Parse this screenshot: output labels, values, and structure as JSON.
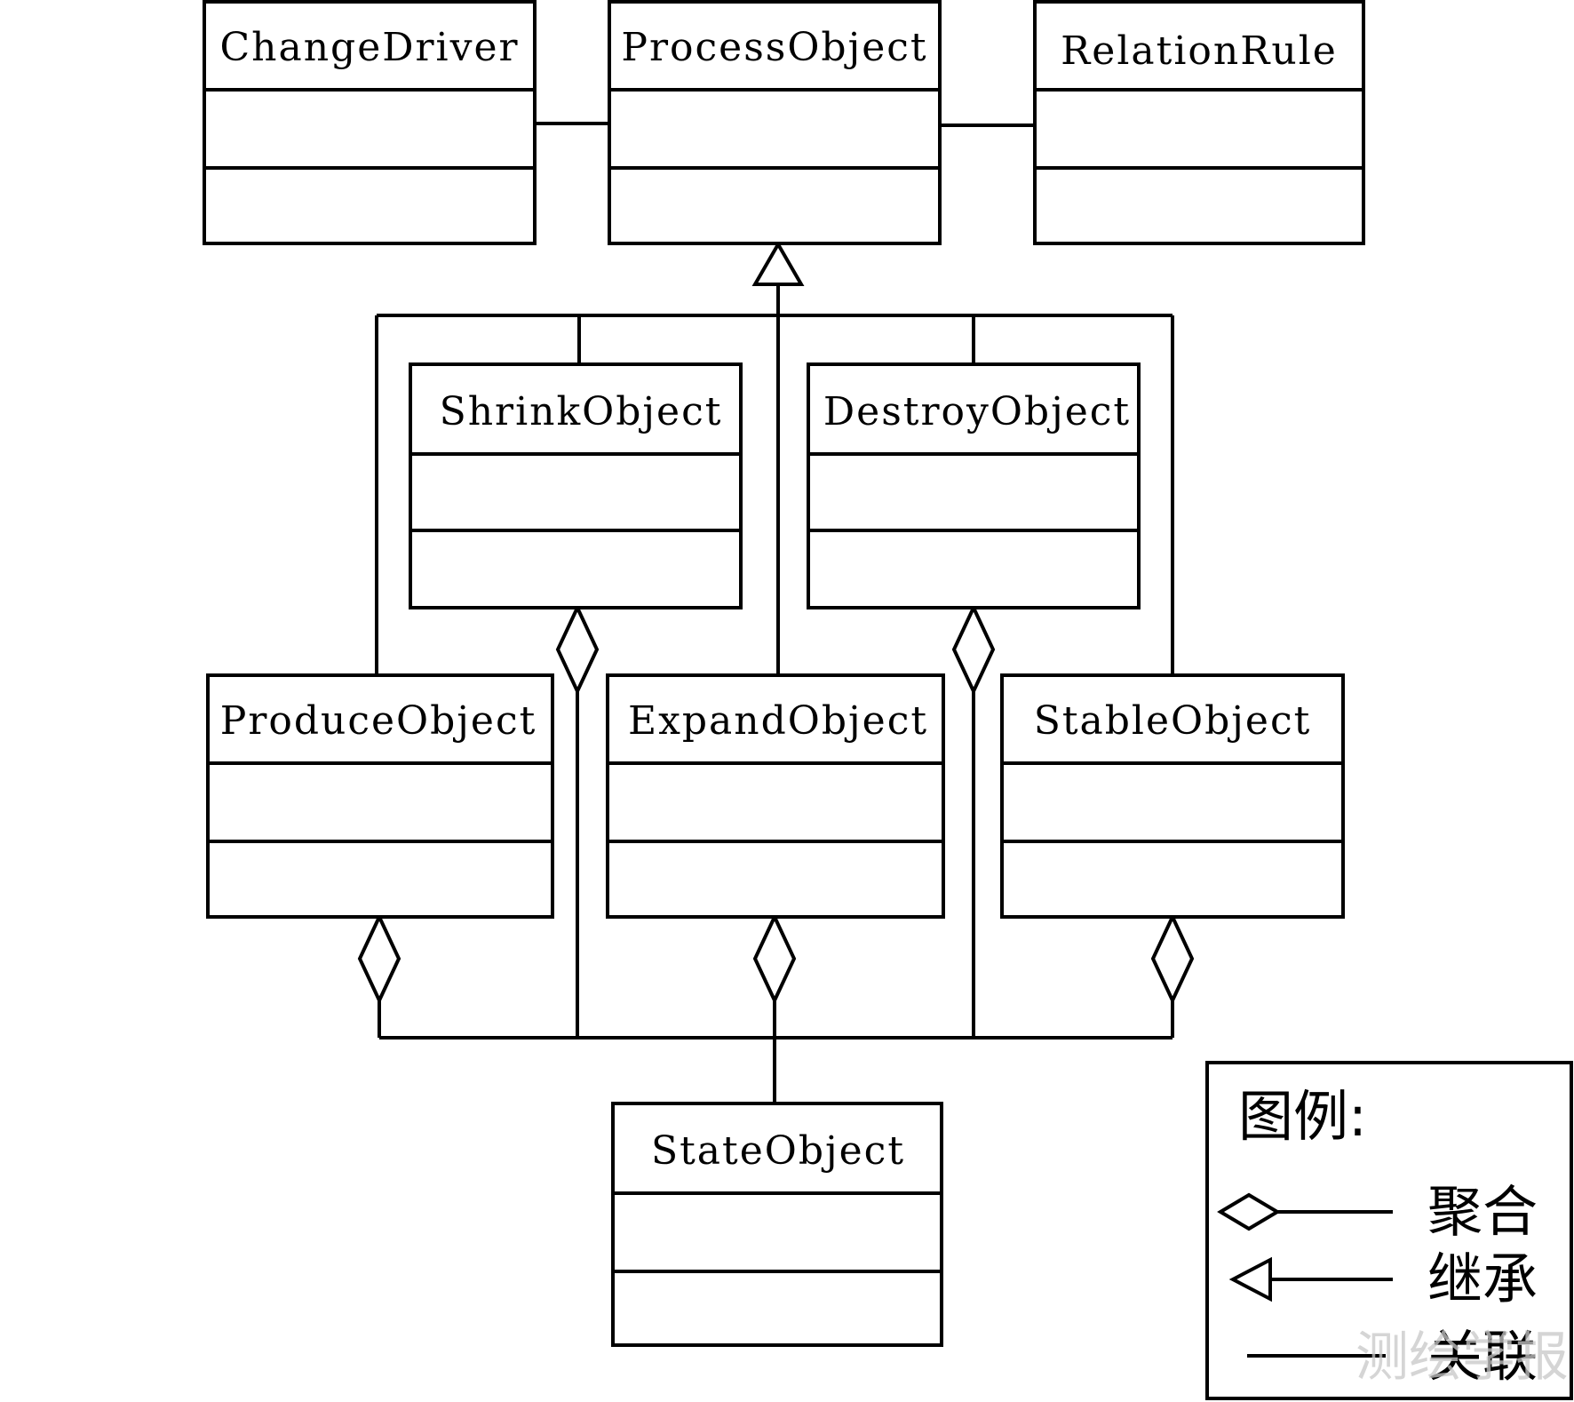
{
  "classes": {
    "change_driver": "ChangeDriver",
    "process_object": "ProcessObject",
    "relation_rule": "RelationRule",
    "shrink_object": "ShrinkObject",
    "destroy_object": "DestroyObject",
    "produce_object": "ProduceObject",
    "expand_object": "ExpandObject",
    "stable_object": "StableObject",
    "state_object": "StateObject"
  },
  "legend": {
    "title": "图例:",
    "aggregation": "聚合",
    "inheritance": "继承",
    "association": "关联"
  },
  "watermark": "测绘学报",
  "relationships": [
    {
      "type": "association",
      "from": "ChangeDriver",
      "to": "ProcessObject"
    },
    {
      "type": "association",
      "from": "ProcessObject",
      "to": "RelationRule"
    },
    {
      "type": "inheritance",
      "from": "ShrinkObject",
      "to": "ProcessObject"
    },
    {
      "type": "inheritance",
      "from": "DestroyObject",
      "to": "ProcessObject"
    },
    {
      "type": "inheritance",
      "from": "ProduceObject",
      "to": "ProcessObject"
    },
    {
      "type": "inheritance",
      "from": "ExpandObject",
      "to": "ProcessObject"
    },
    {
      "type": "inheritance",
      "from": "StableObject",
      "to": "ProcessObject"
    },
    {
      "type": "aggregation",
      "whole": "ShrinkObject",
      "part": "StateObject"
    },
    {
      "type": "aggregation",
      "whole": "DestroyObject",
      "part": "StateObject"
    },
    {
      "type": "aggregation",
      "whole": "ProduceObject",
      "part": "StateObject"
    },
    {
      "type": "aggregation",
      "whole": "ExpandObject",
      "part": "StateObject"
    },
    {
      "type": "aggregation",
      "whole": "StableObject",
      "part": "StateObject"
    }
  ]
}
